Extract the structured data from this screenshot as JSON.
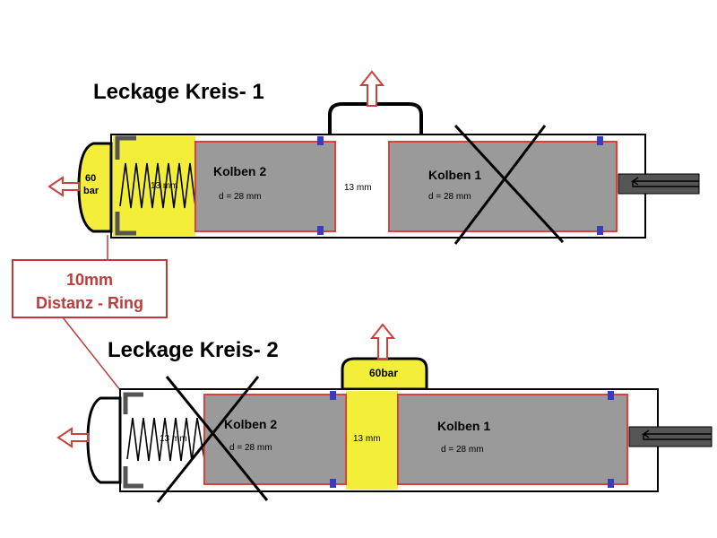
{
  "diagram": {
    "circuit1": {
      "title": "Leckage Kreis- 1",
      "pressure_left": [
        "60",
        "bar"
      ],
      "spring_label": "13 mm",
      "piston2": {
        "name": "Kolben 2",
        "diameter": "d = 28 mm"
      },
      "gap_label": "13 mm",
      "piston1": {
        "name": "Kolben 1",
        "diameter": "d = 28 mm"
      }
    },
    "circuit2": {
      "title": "Leckage Kreis- 2",
      "pressure_top": "60bar",
      "spring_label": "13 mm",
      "piston2": {
        "name": "Kolben 2",
        "diameter": "d = 28 mm"
      },
      "gap_label": "13 mm",
      "piston1": {
        "name": "Kolben 1",
        "diameter": "d = 28 mm"
      }
    },
    "callout": {
      "line1": "10mm",
      "line2": "Distanz - Ring"
    },
    "colors": {
      "yellow": "#f2ee3a",
      "piston_fill": "#9a9a9a",
      "piston_border": "#d9413a",
      "arrow": "#c8423d",
      "seal": "#3b3bc0",
      "callout": "#c03a3a"
    }
  }
}
